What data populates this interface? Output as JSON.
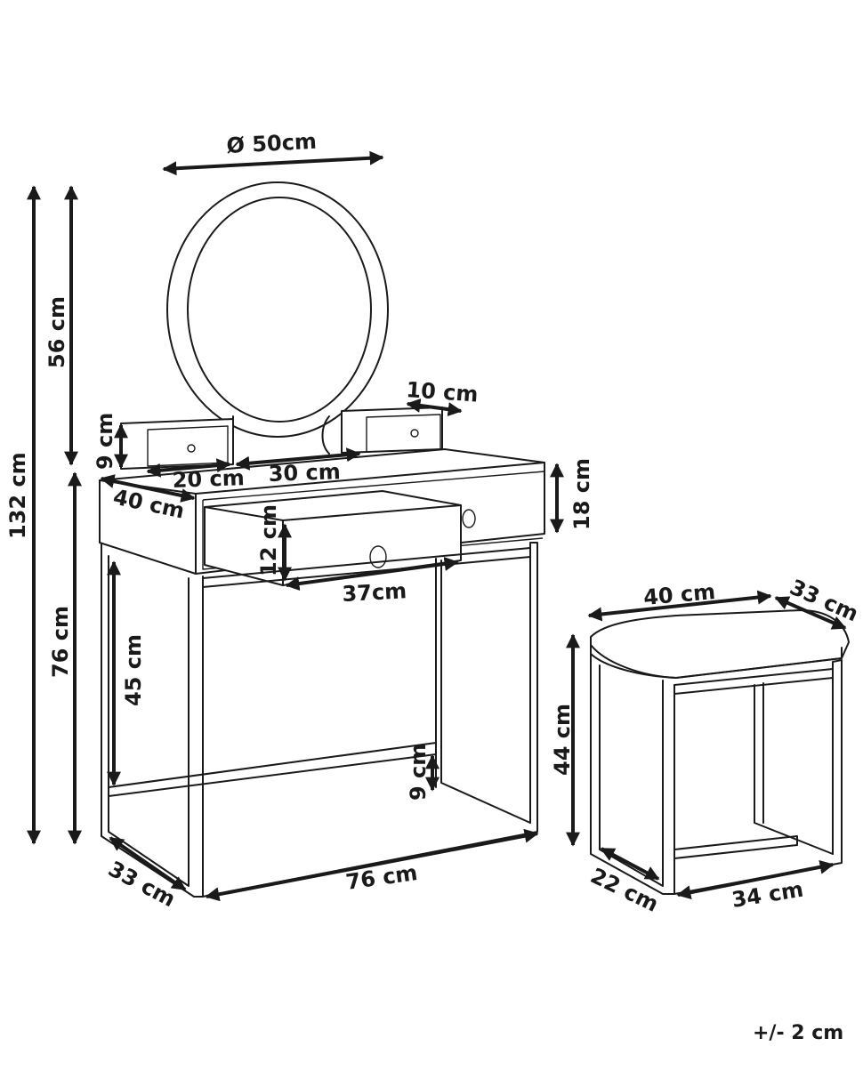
{
  "dimensions": {
    "mirror_diameter": "Ø 50cm",
    "total_height": "132 cm",
    "mirror_height": "56 cm",
    "table_height": "76 cm",
    "drawer_box_height": "9 cm",
    "drawer_box_width": "20 cm",
    "drawer_box_depth": "10 cm",
    "mirror_base_width": "30 cm",
    "table_top_depth": "40 cm",
    "cabinet_height": "18 cm",
    "drawer_front_height": "12 cm",
    "drawer_width": "37cm",
    "leg_clearance": "45 cm",
    "rail_height": "9 cm",
    "table_width": "76 cm",
    "table_depth": "33 cm",
    "stool_width": "40 cm",
    "stool_depth": "33 cm",
    "stool_height": "44 cm",
    "stool_base_depth": "22 cm",
    "stool_base_width": "34 cm"
  },
  "tolerance": "+/- 2 cm",
  "colors": {
    "ink": "#1a1a1a",
    "background": "#ffffff"
  }
}
